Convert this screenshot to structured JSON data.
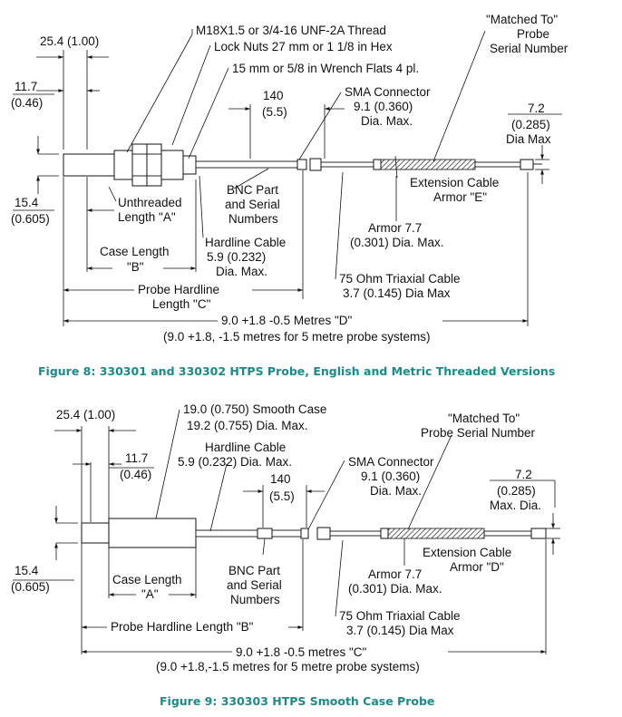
{
  "figure8": {
    "caption": "Figure 8:  330301 and 330302 HTPS Probe, English and Metric Threaded Versions",
    "thread": "M18X1.5 or 3/4-16 UNF-2A Thread",
    "lock_nuts": "Lock Nuts 27 mm or 1 1/8 in Hex",
    "wrench_flats": "15 mm or 5/8 in Wrench Flats 4 pl.",
    "dim_25_4": "25.4 (1.00)",
    "dim_11_7": "11.7",
    "dim_0_46": "(0.46)",
    "dim_15_4": "15.4",
    "dim_0_605": "(0.605)",
    "dim_140": "140",
    "dim_5_5": "(5.5)",
    "sma_1": "SMA Connector",
    "sma_2": "9.1 (0.360)",
    "sma_3": "Dia. Max.",
    "matched_1": "\"Matched To\"",
    "matched_2": "Probe",
    "matched_3": "Serial Number",
    "dia_7_2": "7.2",
    "dia_0_285": "(0.285)",
    "dia_max": "Dia Max",
    "unthreaded_1": "Unthreaded",
    "unthreaded_2": "Length \"A\"",
    "bnc_1": "BNC Part",
    "bnc_2": "and Serial",
    "bnc_3": "Numbers",
    "ext_1": "Extension Cable",
    "ext_2": "Armor \"E\"",
    "hardline_1": "Hardline Cable",
    "hardline_2": "5.9 (0.232)",
    "hardline_3": "Dia. Max.",
    "armor_1": "Armor 7.7",
    "armor_2": "(0.301) Dia. Max.",
    "case_1": "Case Length",
    "case_2": "\"B\"",
    "triax_1": "75 Ohm Triaxial Cable",
    "triax_2": "3.7 (0.145) Dia Max",
    "probe_1": "Probe Hardline",
    "probe_2": "Length \"C\"",
    "overall_1": "9.0 +1.8 -0.5 Metres \"D\"",
    "overall_2": "(9.0 +1.8, -1.5 metres for 5 metre probe systems)"
  },
  "figure9": {
    "caption": "Figure 9:  330303 HTPS Smooth Case Probe",
    "dim_25_4": "25.4 (1.00)",
    "smooth_1": "19.0 (0.750) Smooth Case",
    "smooth_2": "19.2 (0.755) Dia. Max.",
    "dim_11_7": "11.7",
    "dim_0_46": "(0.46)",
    "hardline_1": "Hardline Cable",
    "hardline_2": "5.9 (0.232) Dia. Max.",
    "matched_1": "\"Matched To\"",
    "matched_2": "Probe Serial Number",
    "sma_1": "SMA Connector",
    "sma_2": "9.1 (0.360)",
    "sma_3": "Dia. Max.",
    "dim_140": "140",
    "dim_5_5": "(5.5)",
    "dia_7_2": "7.2",
    "dia_0_285": "(0.285)",
    "dia_max": "Max. Dia.",
    "ext_1": "Extension Cable",
    "ext_2": "Armor \"D\"",
    "dim_15_4": "15.4",
    "dim_0_605": "(0.605)",
    "case_1": "Case Length",
    "case_2": "\"A\"",
    "bnc_1": "BNC Part",
    "bnc_2": "and Serial",
    "bnc_3": "Numbers",
    "armor_1": "Armor 7.7",
    "armor_2": "(0.301) Dia. Max.",
    "triax_1": "75 Ohm Triaxial Cable",
    "triax_2": "3.7 (0.145) Dia Max",
    "probe_1": "Probe Hardline Length \"B\"",
    "overall_1": "9.0 +1.8 -0.5 metres \"C\"",
    "overall_2": "(9.0 +1.8,-1.5 metres for 5 metre probe systems)"
  }
}
